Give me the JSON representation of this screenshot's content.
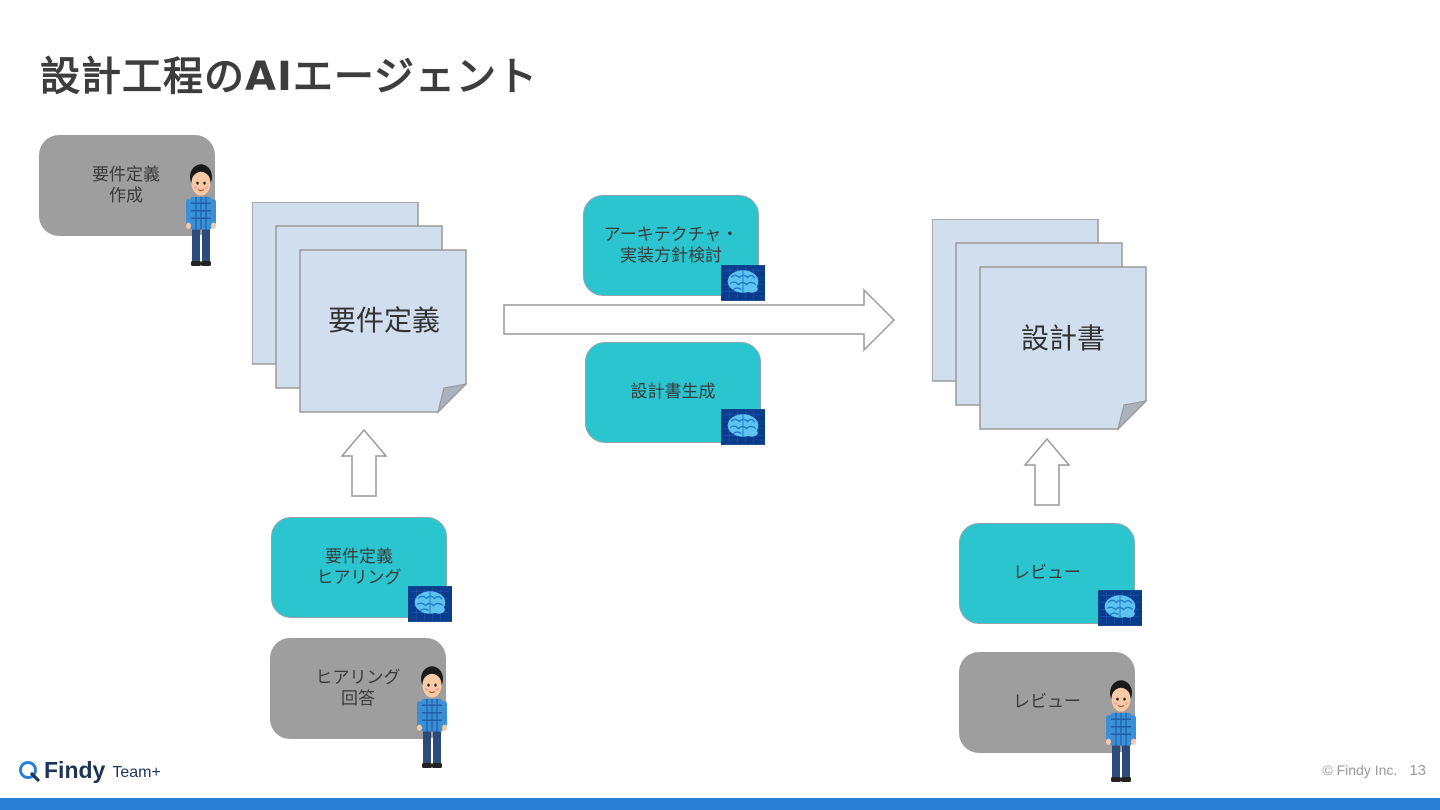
{
  "slide": {
    "title": "設計工程のAIエージェント",
    "page_number": "13"
  },
  "boxes": {
    "requirements_creation": "要件定義\n作成",
    "architecture_review": "アーキテクチャ・\n実装方針検討",
    "design_doc_generation": "設計書生成",
    "requirements_hearing": "要件定義\nヒアリング",
    "hearing_answer": "ヒアリング\n回答",
    "ai_review": "レビュー",
    "human_review": "レビュー"
  },
  "documents": {
    "requirements": "要件定義",
    "design_doc": "設計書"
  },
  "footer": {
    "brand": "Findy",
    "product": "Team+",
    "copyright": "© Findy Inc."
  },
  "icons": {
    "person": "person-icon",
    "ai_brain": "brain-icon",
    "document_stack": "document-stack-icon",
    "arrow": "arrow-icon"
  },
  "colors": {
    "human_box": "#9e9e9e",
    "ai_box": "#2bc5d0",
    "document": "#d0deed",
    "footer_bar": "#2a7fd4"
  }
}
